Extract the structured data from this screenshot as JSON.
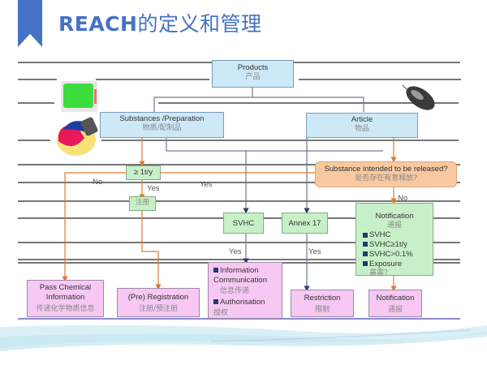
{
  "header": {
    "title_latin": "REACH",
    "title_cn": "的定义和管理",
    "accent_color": "#4472c4"
  },
  "diagram": {
    "products": {
      "en": "Products",
      "cn": "产品"
    },
    "substances": {
      "en": "Substances /Preparation",
      "cn": "物质/配制品"
    },
    "article": {
      "en": "Article",
      "cn": "物品"
    },
    "tonnage": {
      "en": "≥ 1t/y"
    },
    "register_cn": {
      "cn": "注册"
    },
    "intended_release": {
      "en": "Substance intended to be released?",
      "cn": "是否存在有意释放?"
    },
    "svhc": {
      "en": "SVHC"
    },
    "annex17": {
      "en": "Annex 17"
    },
    "notification_check": {
      "en": "Notification",
      "cn": "通报",
      "items": [
        "SVHC",
        "SVHC≥1t/y",
        "SVHC>0.1%",
        "Exposure"
      ],
      "footer": "暴露?"
    },
    "pass_chemical": {
      "en": "Pass Chemical Information",
      "cn": "传递化学物质信息"
    },
    "pre_registration": {
      "en": "(Pre) Registration",
      "cn": "注册/预注册"
    },
    "info_auth": {
      "item1_en": "Information Communication",
      "item1_cn": "信息传递",
      "item2_en": "Authorisation",
      "item2_cn": "授权"
    },
    "restriction": {
      "en": "Restriction",
      "cn": "限制"
    },
    "notification_final": {
      "en": "Notification",
      "cn": "通报"
    },
    "labels": {
      "no_left": "No",
      "yes_tonnage": "Yes",
      "yes_middle": "Yes",
      "yes_svhc": "Yes",
      "yes_annex": "Yes",
      "no_release": "No"
    },
    "images": {
      "green_powder": "green-powder-image",
      "colored_powder": "colored-powder-image",
      "mouse": "computer-mouse-image"
    }
  }
}
